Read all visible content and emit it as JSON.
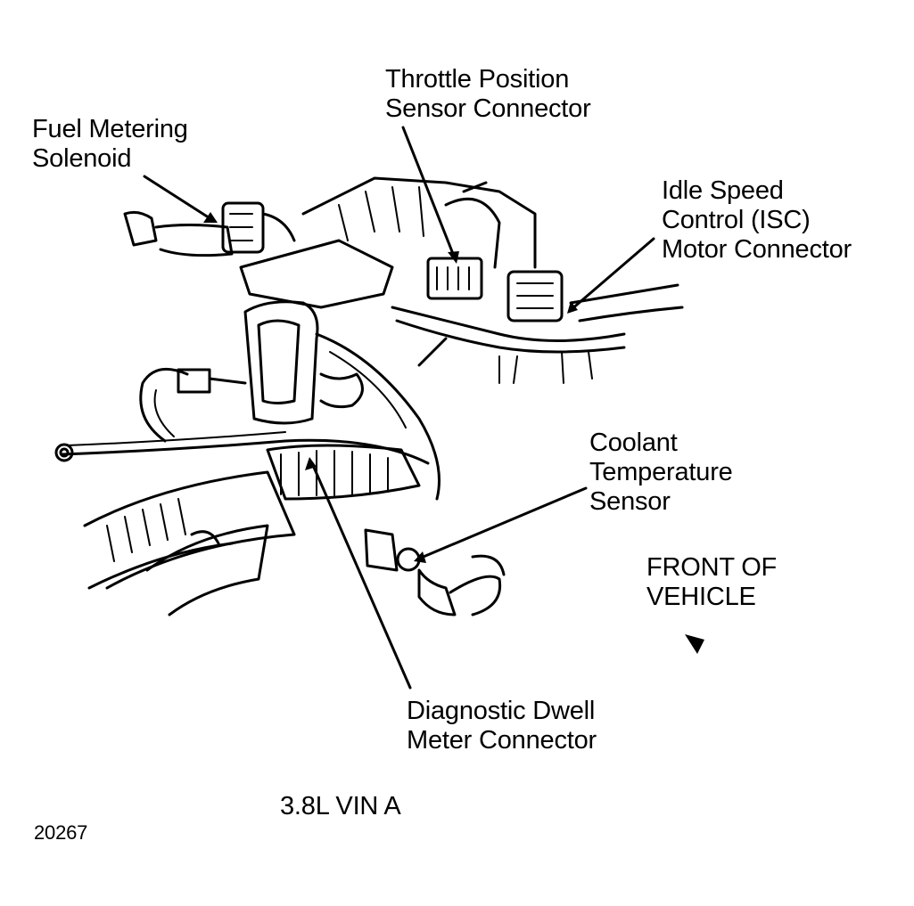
{
  "labels": {
    "throttle_position": [
      "Throttle Position",
      "Sensor Connector"
    ],
    "fuel_metering": [
      "Fuel Metering",
      "Solenoid"
    ],
    "idle_speed": [
      "Idle Speed",
      "Control (ISC)",
      "Motor Connector"
    ],
    "coolant": [
      "Coolant",
      "Temperature",
      "Sensor"
    ],
    "front_of_vehicle": [
      "FRONT OF",
      "VEHICLE"
    ],
    "diagnostic": [
      "Diagnostic Dwell",
      "Meter Connector"
    ]
  },
  "engine": "3.8L VIN A",
  "figure_number": "20267",
  "colors": {
    "ink": "#000000",
    "paper": "#ffffff"
  }
}
